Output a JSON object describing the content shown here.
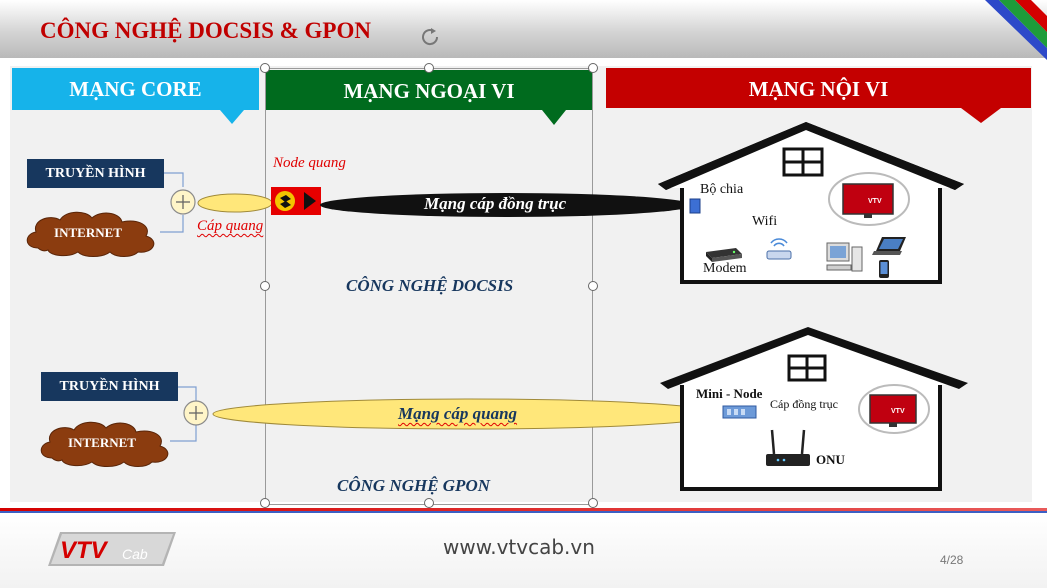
{
  "slide": {
    "title": "CÔNG NGHỆ DOCSIS & GPON",
    "page_number": "4/28",
    "website": "www.vtvcab.vn",
    "logo_text": "VTV",
    "logo_sub": "Cab"
  },
  "sections": {
    "core": {
      "label": "MẠNG CORE",
      "color": "#16b3ea"
    },
    "outside": {
      "label": "MẠNG NGOẠI VI",
      "color": "#006b1e"
    },
    "inside": {
      "label": "MẠNG NỘI VI",
      "color": "#c40000"
    }
  },
  "docsis": {
    "tv_label": "TRUYỀN HÌNH",
    "internet_label": "INTERNET",
    "fiber_label": "Cáp quang",
    "node_label": "Node quang",
    "coax_label": "Mạng cáp đồng trục",
    "tech_label": "CÔNG NGHỆ DOCSIS",
    "splitter_label": "Bộ chia",
    "wifi_label": "Wifi",
    "modem_label": "Modem"
  },
  "gpon": {
    "tv_label": "TRUYỀN HÌNH",
    "internet_label": "INTERNET",
    "fiber_network_label": "Mạng cáp quang",
    "tech_label": "CÔNG NGHỆ GPON",
    "mininode_label": "Mini - Node",
    "coax_label": "Cáp đồng trục",
    "onu_label": "ONU"
  },
  "colors": {
    "dark_box": "#17375e",
    "cloud": "#8b3c0f",
    "fiber_fill": "#ffe77a",
    "coax_fill": "#111111",
    "red_accent": "#e00000"
  }
}
